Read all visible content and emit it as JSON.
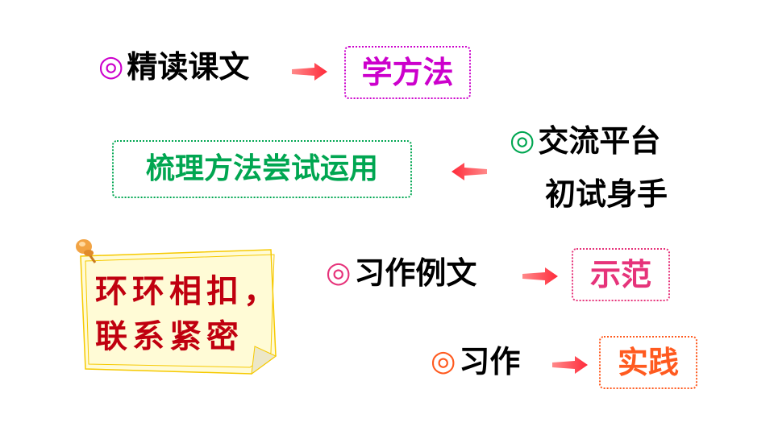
{
  "steps": {
    "read": {
      "bullet": "◎",
      "label": "精读课文",
      "result": "学方法"
    },
    "exchange": {
      "bullet": "◎",
      "label": "交流平台",
      "label2": "初试身手",
      "result": "梳理方法尝试运用"
    },
    "example": {
      "bullet": "◎",
      "label": "习作例文",
      "result": "示范"
    },
    "writing": {
      "bullet": "◎",
      "label": "习作",
      "result": "实践"
    }
  },
  "note": {
    "line1": "环环相扣，",
    "line2": "联系紧密"
  },
  "colors": {
    "purple": "#cc00cc",
    "green": "#00a651",
    "pink": "#e6337a",
    "orange": "#ff5a1f",
    "arrow": "#ff3b4a",
    "note_red": "#c0000f",
    "note_paper": "#fffbd6",
    "note_border": "#f6c900"
  },
  "icons": {
    "arrow": "arrow-right-icon",
    "arrow_left": "arrow-left-icon",
    "pin": "pushpin-icon"
  }
}
